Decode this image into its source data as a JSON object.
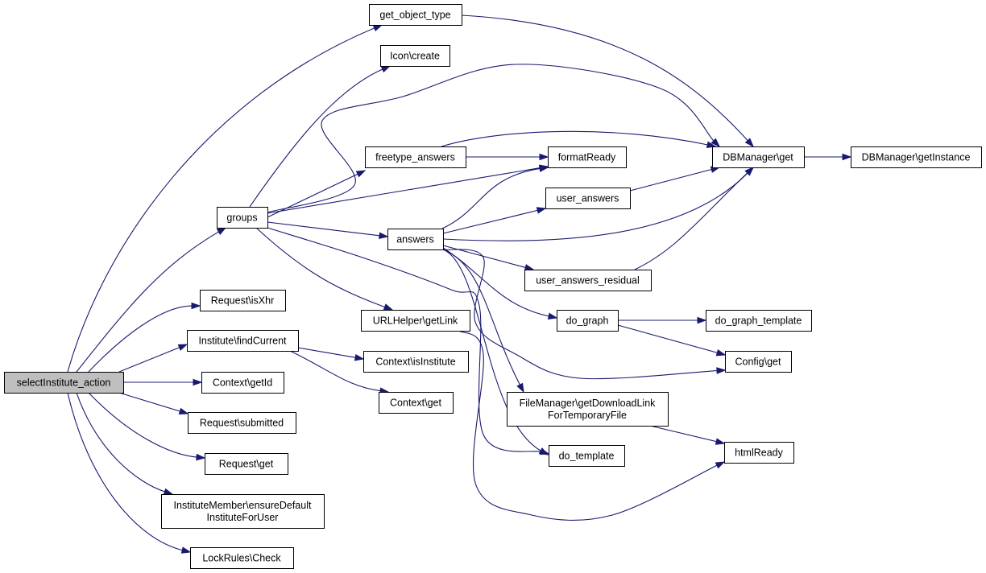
{
  "graph": {
    "nodes": [
      {
        "id": "root",
        "lines": [
          "selectInstitute_action"
        ],
        "highlight": true
      },
      {
        "id": "get_object_type",
        "lines": [
          "get_object_type"
        ]
      },
      {
        "id": "icon_create",
        "lines": [
          "Icon\\create"
        ]
      },
      {
        "id": "groups",
        "lines": [
          "groups"
        ]
      },
      {
        "id": "freetype_answers",
        "lines": [
          "freetype_answers"
        ]
      },
      {
        "id": "formatready",
        "lines": [
          "formatReady"
        ]
      },
      {
        "id": "dbmanager_get",
        "lines": [
          "DBManager\\get"
        ]
      },
      {
        "id": "dbmanager_getinstance",
        "lines": [
          "DBManager\\getInstance"
        ]
      },
      {
        "id": "user_answers",
        "lines": [
          "user_answers"
        ]
      },
      {
        "id": "answers",
        "lines": [
          "answers"
        ]
      },
      {
        "id": "user_answers_residual",
        "lines": [
          "user_answers_residual"
        ]
      },
      {
        "id": "request_isxhr",
        "lines": [
          "Request\\isXhr"
        ]
      },
      {
        "id": "urlhelper_getlink",
        "lines": [
          "URLHelper\\getLink"
        ]
      },
      {
        "id": "do_graph",
        "lines": [
          "do_graph"
        ]
      },
      {
        "id": "do_graph_template",
        "lines": [
          "do_graph_template"
        ]
      },
      {
        "id": "institute_findcurrent",
        "lines": [
          "Institute\\findCurrent"
        ]
      },
      {
        "id": "context_isinstitute",
        "lines": [
          "Context\\isInstitute"
        ]
      },
      {
        "id": "config_get",
        "lines": [
          "Config\\get"
        ]
      },
      {
        "id": "context_getid",
        "lines": [
          "Context\\getId"
        ]
      },
      {
        "id": "context_get",
        "lines": [
          "Context\\get"
        ]
      },
      {
        "id": "filemanager_getdownloadlink",
        "lines": [
          "FileManager\\getDownloadLink",
          "ForTemporaryFile"
        ]
      },
      {
        "id": "request_submitted",
        "lines": [
          "Request\\submitted"
        ]
      },
      {
        "id": "htmlready",
        "lines": [
          "htmlReady"
        ]
      },
      {
        "id": "do_template",
        "lines": [
          "do_template"
        ]
      },
      {
        "id": "request_get",
        "lines": [
          "Request\\get"
        ]
      },
      {
        "id": "institutemember_ensure",
        "lines": [
          "InstituteMember\\ensureDefault",
          "InstituteForUser"
        ]
      },
      {
        "id": "lockrules_check",
        "lines": [
          "LockRules\\Check"
        ]
      }
    ],
    "edges": [
      [
        "root",
        "get_object_type"
      ],
      [
        "root",
        "groups"
      ],
      [
        "root",
        "request_isxhr"
      ],
      [
        "root",
        "institute_findcurrent"
      ],
      [
        "root",
        "context_getid"
      ],
      [
        "root",
        "request_submitted"
      ],
      [
        "root",
        "request_get"
      ],
      [
        "root",
        "institutemember_ensure"
      ],
      [
        "root",
        "lockrules_check"
      ],
      [
        "get_object_type",
        "dbmanager_get"
      ],
      [
        "groups",
        "icon_create"
      ],
      [
        "groups",
        "dbmanager_get"
      ],
      [
        "groups",
        "freetype_answers"
      ],
      [
        "groups",
        "formatready"
      ],
      [
        "groups",
        "answers"
      ],
      [
        "groups",
        "urlhelper_getlink"
      ],
      [
        "groups",
        "do_template"
      ],
      [
        "freetype_answers",
        "formatready"
      ],
      [
        "freetype_answers",
        "dbmanager_get"
      ],
      [
        "dbmanager_get",
        "dbmanager_getinstance"
      ],
      [
        "user_answers",
        "dbmanager_get"
      ],
      [
        "user_answers_residual",
        "dbmanager_get"
      ],
      [
        "answers",
        "formatready"
      ],
      [
        "answers",
        "user_answers"
      ],
      [
        "answers",
        "dbmanager_get"
      ],
      [
        "answers",
        "user_answers_residual"
      ],
      [
        "answers",
        "do_graph"
      ],
      [
        "answers",
        "config_get"
      ],
      [
        "answers",
        "filemanager_getdownloadlink"
      ],
      [
        "answers",
        "do_template"
      ],
      [
        "urlhelper_getlink",
        "htmlready"
      ],
      [
        "do_graph",
        "do_graph_template"
      ],
      [
        "do_graph",
        "config_get"
      ],
      [
        "institute_findcurrent",
        "context_isinstitute"
      ],
      [
        "institute_findcurrent",
        "context_get"
      ],
      [
        "filemanager_getdownloadlink",
        "htmlready"
      ]
    ]
  }
}
